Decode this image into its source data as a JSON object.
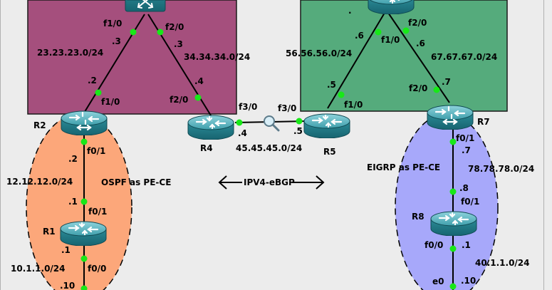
{
  "areas": {
    "ospf_note": "OSPF as PE-CE",
    "eigrp_note": "EIGRP as PE-CE",
    "ebgp_note": "IPV4-eBGP",
    "dot_mark": "."
  },
  "routers": {
    "r2": "R2",
    "r4": "R4",
    "r5": "R5",
    "r7": "R7",
    "r1": "R1",
    "r8": "R8"
  },
  "subnets": {
    "s23": "23.23.23.0/24",
    "s34": "34.34.34.0/24",
    "s56": "56.56.56.0/24",
    "s67": "67.67.67.0/24",
    "s45": "45.45.45.0/24",
    "s12": "12.12.12.0/24",
    "s10": "10.1.1.0/24",
    "s78": "78.78.78.0/24",
    "s40": "40.1.1.0/24"
  },
  "interfaces": {
    "top_left_f10": "f1/0",
    "top_left_f20": "f2/0",
    "r2_f10": "f1/0",
    "r2_f01": "f0/1",
    "r4_f20": "f2/0",
    "r4_f30": "f3/0",
    "r5_f30": "f3/0",
    "r5_f10": "f1/0",
    "top_right_f10": "f1/0",
    "top_right_f20": "f2/0",
    "r7_f20": "f2/0",
    "r7_f01": "f0/1",
    "r1_f01": "f0/1",
    "r1_f00": "f0/0",
    "r8_f01": "f0/1",
    "r8_f00": "f0/0",
    "r8_e0": "e0"
  },
  "host_ids": {
    "top_left_3a": ".3",
    "top_left_3b": ".3",
    "r2_2": ".2",
    "r4_4": ".4",
    "top_right_6a": ".6",
    "top_right_6b": ".6",
    "r5_5": ".5",
    "r7_7": ".7",
    "r4_45": ".4",
    "r5_45": ".5",
    "r2_12": ".2",
    "r1_12": ".1",
    "r1_10": ".1",
    "host_10": ".10",
    "r7_78": ".7",
    "r8_78": ".8",
    "r8_40": ".1",
    "host_40": ".10"
  },
  "colors": {
    "background": "#ececec",
    "left_box": "#a54f7d",
    "right_box": "#55ab7c",
    "left_ellipse": "#fca77a",
    "right_ellipse": "#a7a8fa",
    "link_dot": "#18e818",
    "router_body": "#2a8e9a"
  }
}
